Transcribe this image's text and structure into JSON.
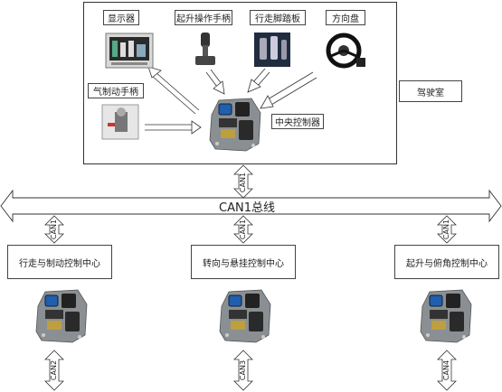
{
  "cab": {
    "label": "驾驶室",
    "devices": {
      "display": "显示器",
      "lift_handle": "起升操作手柄",
      "travel_pedal": "行走脚踏板",
      "steering_wheel": "方向盘",
      "brake_handle": "气制动手柄",
      "central_controller": "中央控制器"
    }
  },
  "bus": {
    "label": "CAN1总线"
  },
  "links": {
    "can1": "CAN1",
    "can2": "CAN2",
    "can3": "CAN3",
    "can4": "CAN4"
  },
  "centers": {
    "travel_brake": "行走与制动控制中心",
    "steer_suspension": "转向与悬挂控制中心",
    "lift_luffing": "起升与俯角控制中心"
  },
  "colors": {
    "controller_body": "#8a8f94",
    "controller_blue": "#1f5fae",
    "screen_dark": "#2b2b2b",
    "line": "#333333"
  }
}
